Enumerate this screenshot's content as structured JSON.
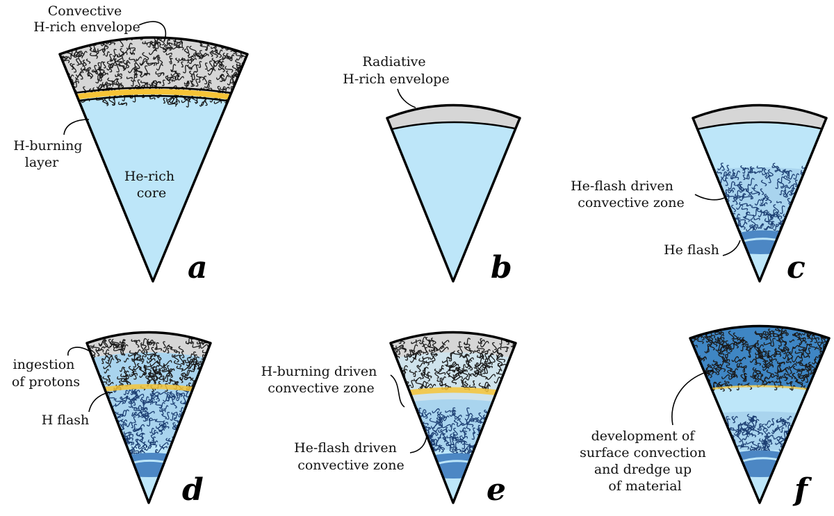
{
  "colors": {
    "core_blue": "#bde6f9",
    "envelope_gray": "#d6d6d6",
    "burning_orange": "#f6c437",
    "flash_blue": "#4c87c4",
    "surface_blue": "#3f86c4"
  },
  "panels": {
    "a": {
      "letter": "a",
      "envelope_label": [
        "Convective",
        "H-rich envelope"
      ],
      "burning_label": [
        "H-burning",
        "layer"
      ],
      "core_label": [
        "He-rich",
        "core"
      ]
    },
    "b": {
      "letter": "b",
      "envelope_label": [
        "Radiative",
        "H-rich envelope"
      ]
    },
    "c": {
      "letter": "c",
      "convective_label": [
        "He-flash driven",
        "convective zone"
      ],
      "flash_label": "He flash"
    },
    "d": {
      "letter": "d",
      "ingestion_label": [
        "ingestion",
        "of protons"
      ],
      "flash_label": "H flash"
    },
    "e": {
      "letter": "e",
      "h_zone_label": [
        "H-burning driven",
        "convective zone"
      ],
      "he_zone_label": [
        "He-flash driven",
        "convective zone"
      ]
    },
    "f": {
      "letter": "f",
      "surface_label": [
        "development of",
        "surface convection",
        "and dredge up",
        "of material"
      ]
    }
  }
}
